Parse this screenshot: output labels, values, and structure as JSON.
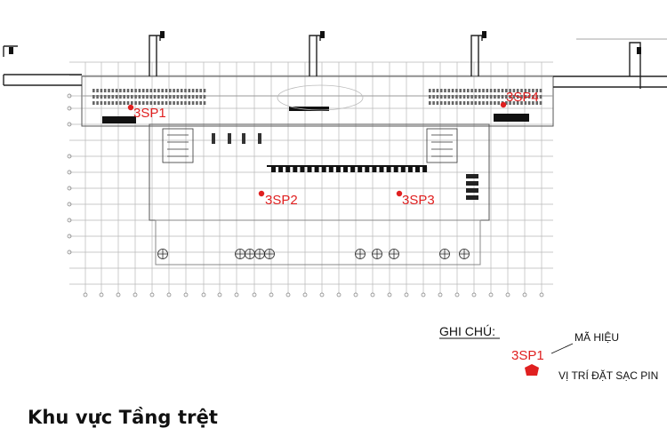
{
  "caption": "Khu vực Tầng trệt",
  "markers": [
    {
      "code": "3SP1"
    },
    {
      "code": "3SP2"
    },
    {
      "code": "3SP3"
    },
    {
      "code": "3SP4"
    }
  ],
  "legend": {
    "title": "GHI CHÚ:",
    "code_example": "3SP1",
    "code_label": "MÃ HIỆU",
    "position_label": "VỊ TRÍ ĐẶT SẠC PIN"
  },
  "colors": {
    "marker": "#e02020",
    "line": "#9a9a9a",
    "dark": "#111111"
  }
}
